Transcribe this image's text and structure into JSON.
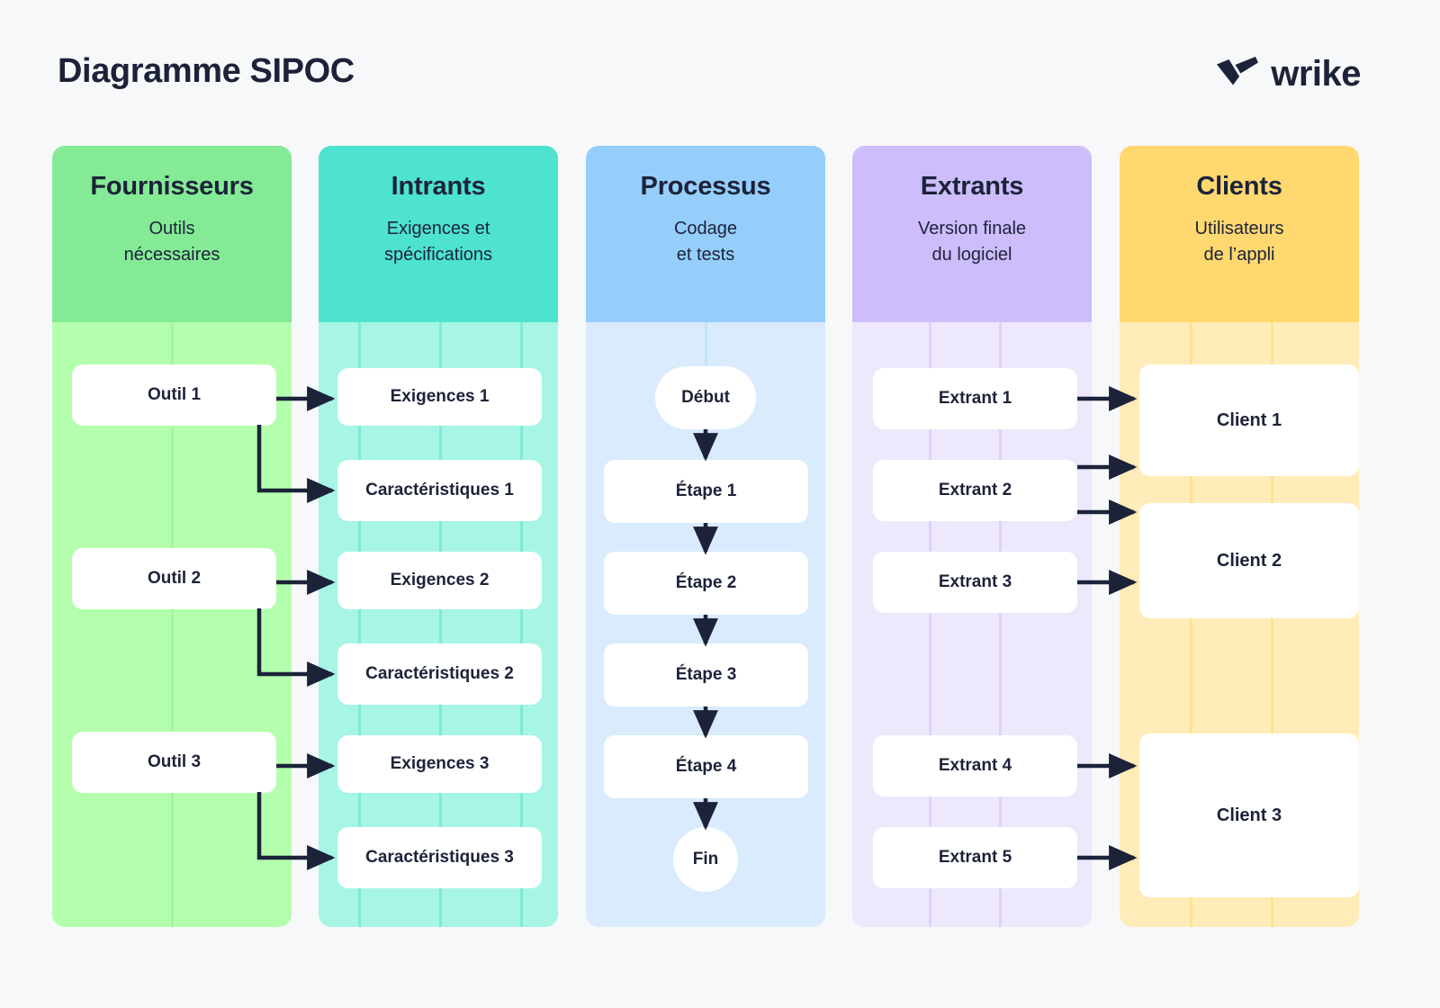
{
  "header": {
    "title": "Diagramme SIPOC",
    "brand": "wrike",
    "brand_icon": "wrike-checkmark-logo"
  },
  "colors": {
    "canvas": "#F7F8FA",
    "text": "#1C2339",
    "card": "#FFFFFF",
    "arrow": "#1C2339",
    "suppliers_head": "#84EA96",
    "suppliers_body": "#B4FFAD",
    "suppliers_grid": "#8FEB8A",
    "inputs_head": "#4DE3CE",
    "inputs_body": "#A6F5E5",
    "inputs_grid": "#55DCC6",
    "process_head": "#95CEFB",
    "process_body": "#D9EBFC",
    "process_grid": "#A9D6FB",
    "outputs_head": "#CDBDFB",
    "outputs_body": "#EDE8FC",
    "outputs_grid": "#CBB9FA",
    "customers_head": "#FFD86F",
    "customers_body": "#FFECB8",
    "customers_grid": "#FFD264"
  },
  "columns": [
    {
      "key": "suppliers",
      "title": "Fournisseurs",
      "subtitle": "Outils\nnécessaires",
      "nodes": [
        {
          "label": "Outil 1"
        },
        {
          "label": "Outil 2"
        },
        {
          "label": "Outil 3"
        }
      ]
    },
    {
      "key": "inputs",
      "title": "Intrants",
      "subtitle": "Exigences et\nspécifications",
      "nodes": [
        {
          "label": "Exigences 1"
        },
        {
          "label": "Caractéristiques 1"
        },
        {
          "label": "Exigences 2"
        },
        {
          "label": "Caractéristiques 2"
        },
        {
          "label": "Exigences 3"
        },
        {
          "label": "Caractéristiques 3"
        }
      ]
    },
    {
      "key": "process",
      "title": "Processus",
      "subtitle": "Codage\net tests",
      "nodes": [
        {
          "label": "Début"
        },
        {
          "label": "Étape 1"
        },
        {
          "label": "Étape 2"
        },
        {
          "label": "Étape 3"
        },
        {
          "label": "Étape 4"
        },
        {
          "label": "Fin"
        }
      ]
    },
    {
      "key": "outputs",
      "title": "Extrants",
      "subtitle": "Version finale\ndu logiciel",
      "nodes": [
        {
          "label": "Extrant 1"
        },
        {
          "label": "Extrant 2"
        },
        {
          "label": "Extrant 3"
        },
        {
          "label": "Extrant 4"
        },
        {
          "label": "Extrant 5"
        }
      ]
    },
    {
      "key": "customers",
      "title": "Clients",
      "subtitle": "Utilisateurs\nde l’appli",
      "nodes": [
        {
          "label": "Client 1"
        },
        {
          "label": "Client 2"
        },
        {
          "label": "Client 3"
        }
      ]
    }
  ],
  "connections": [
    {
      "from": "Outil 1",
      "to": "Exigences 1"
    },
    {
      "from": "Outil 1",
      "to": "Caractéristiques 1"
    },
    {
      "from": "Outil 2",
      "to": "Exigences 2"
    },
    {
      "from": "Outil 2",
      "to": "Caractéristiques 2"
    },
    {
      "from": "Outil 3",
      "to": "Exigences 3"
    },
    {
      "from": "Outil 3",
      "to": "Caractéristiques 3"
    },
    {
      "from": "Début",
      "to": "Étape 1"
    },
    {
      "from": "Étape 1",
      "to": "Étape 2"
    },
    {
      "from": "Étape 2",
      "to": "Étape 3"
    },
    {
      "from": "Étape 3",
      "to": "Étape 4"
    },
    {
      "from": "Étape 4",
      "to": "Fin"
    },
    {
      "from": "Extrant 1",
      "to": "Client 1"
    },
    {
      "from": "Extrant 2",
      "to": "Client 1"
    },
    {
      "from": "Extrant 2",
      "to": "Client 2"
    },
    {
      "from": "Extrant 3",
      "to": "Client 2"
    },
    {
      "from": "Extrant 4",
      "to": "Client 3"
    },
    {
      "from": "Extrant 5",
      "to": "Client 3"
    }
  ]
}
